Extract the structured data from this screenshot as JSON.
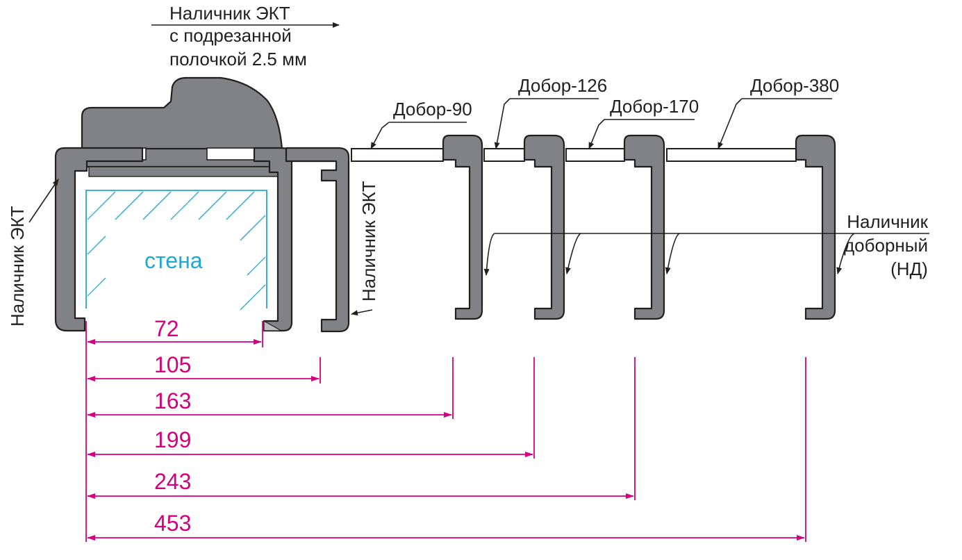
{
  "labels": {
    "casing_cut_line1": "Наличник ЭКТ",
    "casing_cut_line2": "с подрезанной",
    "casing_cut_line3": "полочкой 2.5 мм",
    "casing_left": "Наличник ЭКТ",
    "casing_right": "Наличник ЭКТ",
    "extension_90": "Добор-90",
    "extension_126": "Добор-126",
    "extension_170": "Добор-170",
    "extension_380": "Добор-380",
    "casing_extra_line1": "Наличник",
    "casing_extra_line2": "доборный",
    "casing_extra_line3": "(НД)",
    "wall": "стена"
  },
  "dimensions": [
    {
      "id": "d72",
      "value": "72"
    },
    {
      "id": "d105",
      "value": "105"
    },
    {
      "id": "d163",
      "value": "163"
    },
    {
      "id": "d199",
      "value": "199"
    },
    {
      "id": "d243",
      "value": "243"
    },
    {
      "id": "d453",
      "value": "453"
    }
  ],
  "colors": {
    "profile_fill": "#808285",
    "outline": "#231f20",
    "dimension": "#d4007f",
    "wall": "#1fa7d8"
  }
}
